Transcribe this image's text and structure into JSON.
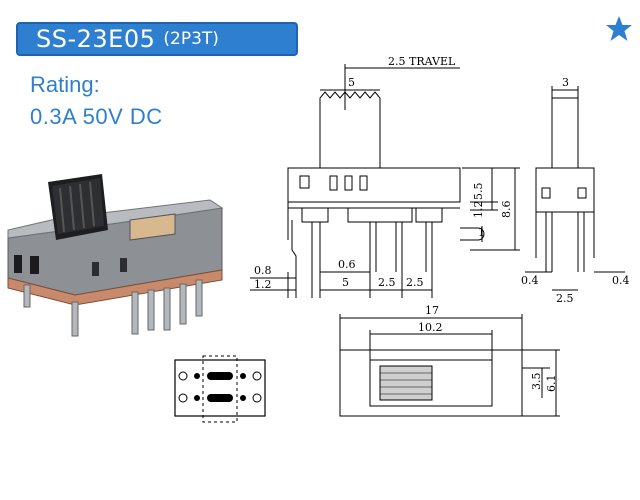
{
  "header": {
    "model": "SS-23E05",
    "variant": "(2P3T)"
  },
  "rating": {
    "label": "Rating:",
    "value": "0.3A 50V DC"
  },
  "icons": {
    "corner": "star-icon"
  },
  "colors": {
    "accent": "#2f7fd0",
    "text_blue": "#2f7fd0",
    "line": "#000000"
  },
  "dimensions": {
    "travel": "2.5 TRAVEL",
    "actuator_width": "5",
    "body_height_upper": "5.5",
    "pin_step": "1.2",
    "total_height": "8.6",
    "side_small": "1",
    "bottom_left_a": "0.8",
    "bottom_left_b": "1.2",
    "pitch_inner": "0.6",
    "pitch_5": "5",
    "pitch_a": "2.5",
    "pitch_b": "2.5",
    "side_top": "3",
    "side_left": "0.4",
    "side_right": "0.4",
    "side_pitch": "2.5",
    "footprint_length": "17",
    "footprint_inner": "10.2",
    "footprint_h1": "3.5",
    "footprint_h2": "6.1"
  }
}
